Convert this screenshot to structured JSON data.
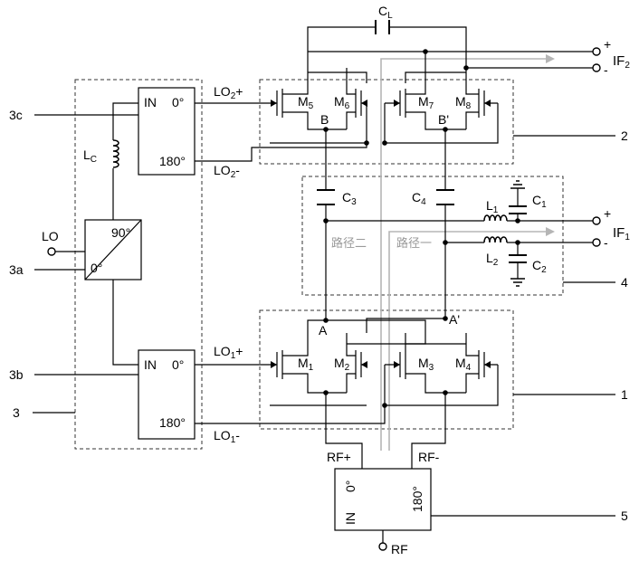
{
  "capacitors": {
    "cl": {
      "main": "C",
      "sub": "L"
    },
    "c1": {
      "main": "C",
      "sub": "1"
    },
    "c2": {
      "main": "C",
      "sub": "2"
    },
    "c3": {
      "main": "C",
      "sub": "3"
    },
    "c4": {
      "main": "C",
      "sub": "4"
    }
  },
  "inductors": {
    "lc": {
      "main": "L",
      "sub": "C"
    },
    "l1": {
      "main": "L",
      "sub": "1"
    },
    "l2": {
      "main": "L",
      "sub": "2"
    }
  },
  "transistors": {
    "m1": {
      "main": "M",
      "sub": "1"
    },
    "m2": {
      "main": "M",
      "sub": "2"
    },
    "m3": {
      "main": "M",
      "sub": "3"
    },
    "m4": {
      "main": "M",
      "sub": "4"
    },
    "m5": {
      "main": "M",
      "sub": "5"
    },
    "m6": {
      "main": "M",
      "sub": "6"
    },
    "m7": {
      "main": "M",
      "sub": "7"
    },
    "m8": {
      "main": "M",
      "sub": "8"
    }
  },
  "nodes": {
    "a": "A",
    "a_prime": "A'",
    "b": "B",
    "b_prime": "B'"
  },
  "ports": {
    "if2": {
      "main": "IF",
      "sub": "2",
      "plus": "+",
      "minus": "-"
    },
    "if1": {
      "main": "IF",
      "sub": "1",
      "plus": "+",
      "minus": "-"
    },
    "lo": "LO",
    "rf": "RF",
    "rf_plus": "RF+",
    "rf_minus": "RF-"
  },
  "lo_signals": {
    "lo2_plus": {
      "main": "LO",
      "sub": "2",
      "sign": "+"
    },
    "lo2_minus": {
      "main": "LO",
      "sub": "2",
      "sign": "-"
    },
    "lo1_plus": {
      "main": "LO",
      "sub": "1",
      "sign": "+"
    },
    "lo1_minus": {
      "main": "LO",
      "sub": "1",
      "sign": "-"
    }
  },
  "balun_top": {
    "in": "IN",
    "deg0": "0°",
    "deg180": "180°"
  },
  "balun_mid": {
    "in": "IN",
    "deg0": "0°",
    "deg180": "180°"
  },
  "balun_rf": {
    "in": "IN",
    "deg0": "0°",
    "deg180": "180°"
  },
  "hybrid": {
    "deg90": "90°",
    "deg0": "0°"
  },
  "paths": {
    "path2": "路径二",
    "path1": "路径一"
  },
  "callouts": {
    "c3c": "3c",
    "c3a": "3a",
    "c3b": "3b",
    "c3": "3",
    "c2": "2",
    "c4": "4",
    "c1": "1",
    "c5": "5"
  }
}
